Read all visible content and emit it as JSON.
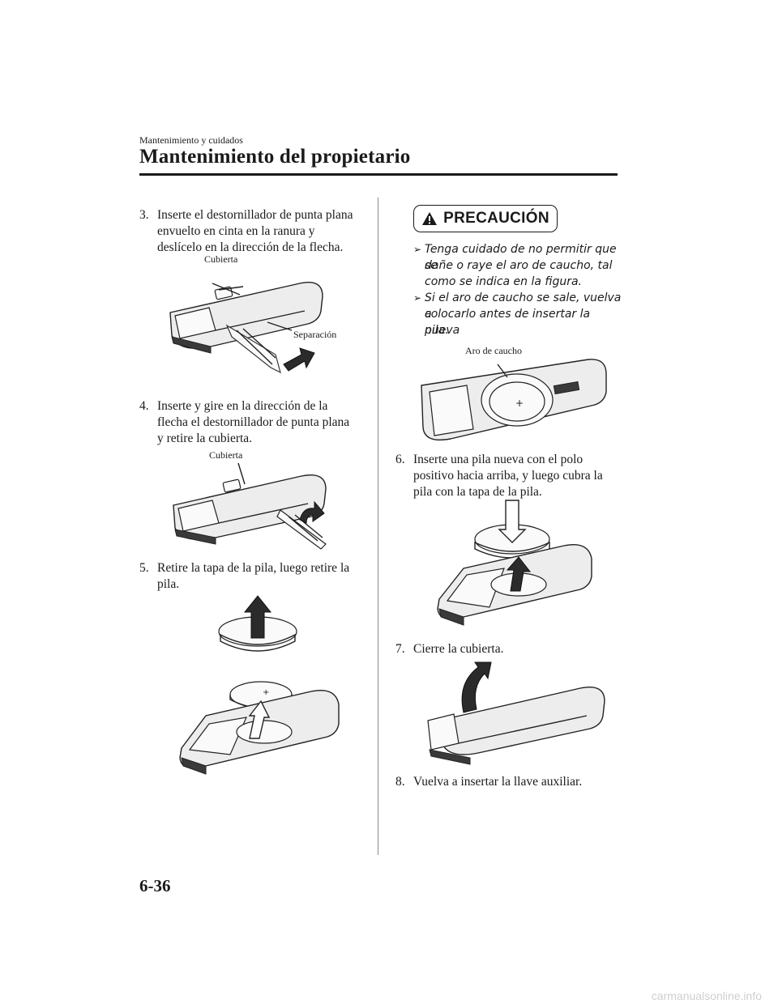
{
  "header": {
    "section": "Mantenimiento y cuidados",
    "title": "Mantenimiento del propietario"
  },
  "left": {
    "step3": {
      "num": "3.",
      "lines": [
        "Inserte el destornillador de punta plana",
        "envuelto en cinta en la ranura y",
        "deslícelo en la dirección de la flecha."
      ]
    },
    "fig3": {
      "cover_label": "Cubierta",
      "gap_label": "Separación"
    },
    "step4": {
      "num": "4.",
      "lines": [
        "Inserte y gire en la dirección de la",
        "flecha el destornillador de punta plana",
        "y retire la cubierta."
      ]
    },
    "fig4": {
      "cover_label": "Cubierta"
    },
    "step5": {
      "num": "5.",
      "lines": [
        "Retire la tapa de la pila, luego retire la",
        "pila."
      ]
    }
  },
  "right": {
    "caution": {
      "title": "PRECAUCIÓN",
      "bullets": [
        [
          "Tenga cuidado de no permitir que se",
          "dañe o raye el aro de caucho, tal",
          "como se indica en la figura."
        ],
        [
          "Si el aro de caucho se sale, vuelva a",
          "colocarlo antes de insertar la nueva",
          "pila."
        ]
      ]
    },
    "fig_ring": {
      "label": "Aro de caucho"
    },
    "step6": {
      "num": "6.",
      "lines": [
        "Inserte una pila nueva con el polo",
        "positivo hacia arriba, y luego cubra la",
        "pila con la tapa de la pila."
      ]
    },
    "step7": {
      "num": "7.",
      "lines": [
        "Cierre la cubierta."
      ]
    },
    "step8": {
      "num": "8.",
      "lines": [
        "Vuelva a insertar la llave auxiliar."
      ]
    }
  },
  "page_number": "6-36",
  "footer": "carmanualsonline.info",
  "icons": [
    "warning-triangle-icon",
    "arrow-right-icon"
  ]
}
